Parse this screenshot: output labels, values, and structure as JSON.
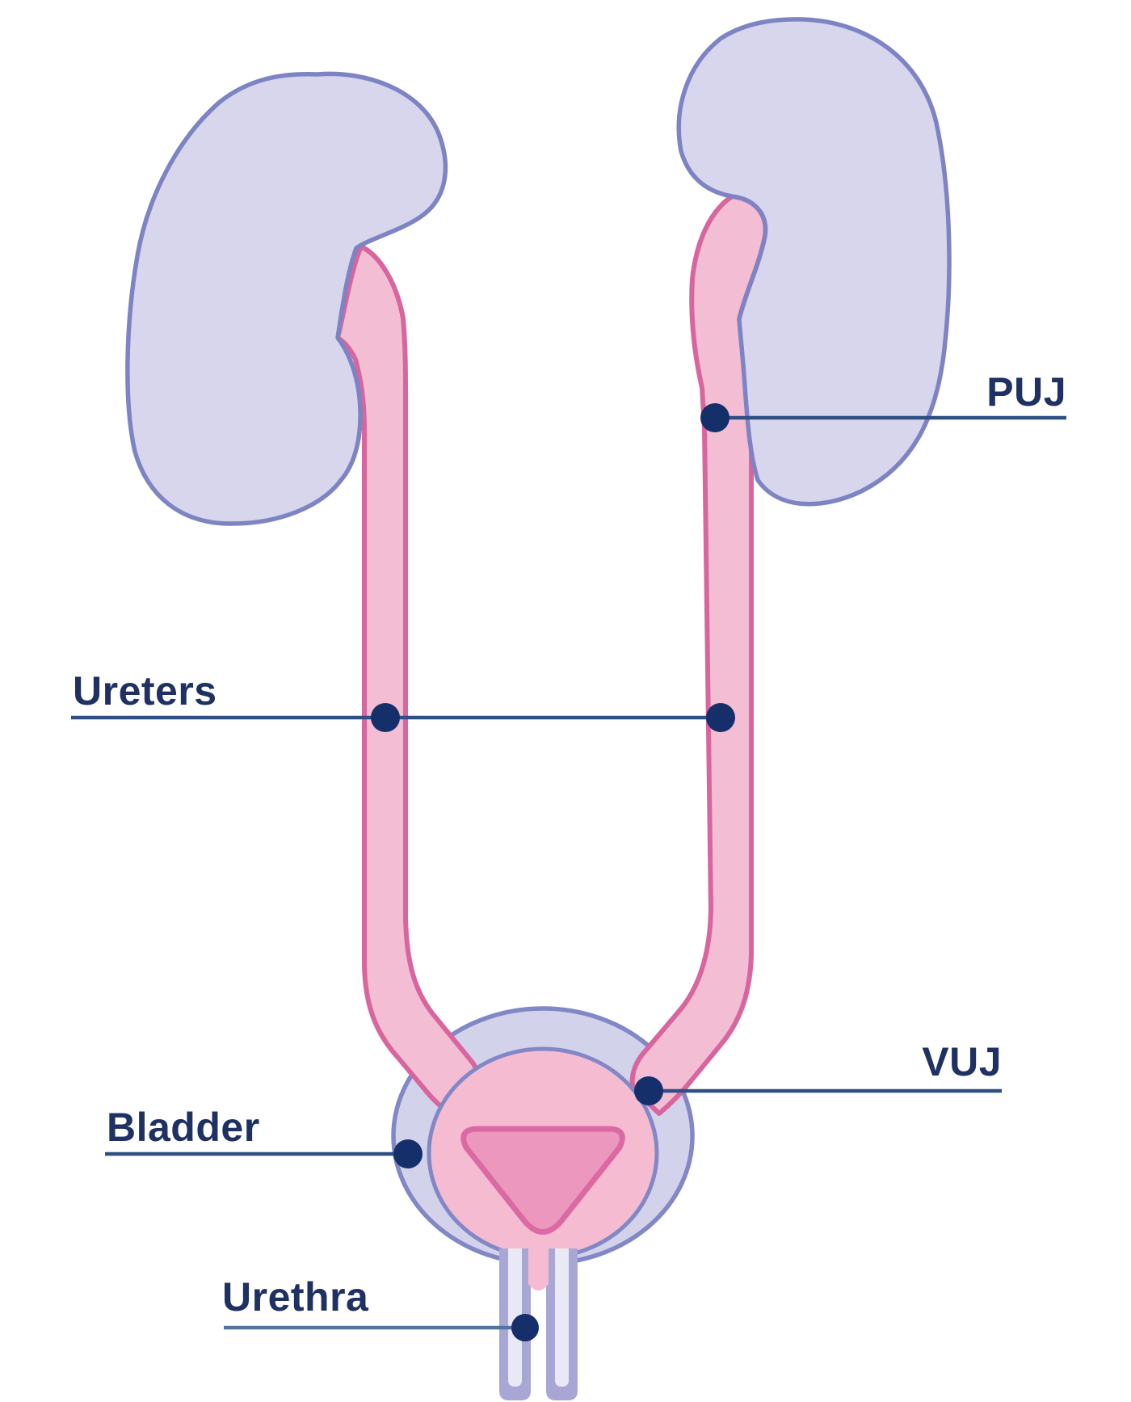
{
  "diagram": {
    "labels": {
      "puj": "PUJ",
      "ureters": "Ureters",
      "bladder": "Bladder",
      "vuj": "VUJ",
      "urethra": "Urethra"
    },
    "palette": {
      "kidney_fill": "#d7d6ed",
      "kidney_outline": "#7e84c3",
      "ureter_fill": "#f3bed3",
      "ureter_outline": "#d8659e",
      "bladder_wall_fill": "#d3d2eb",
      "bladder_wall_outline": "#8287c5",
      "bladder_inner_fill": "#f5bcd1",
      "trigone_fill": "#ec97bd",
      "trigone_outline": "#db69a4",
      "urethra_tube": "#a8a6d4",
      "urethra_lumen": "#e9e8f5",
      "leader_line": "#2f4e84",
      "urethra_leader_line": "#54739f",
      "marker_dot": "#152f6b",
      "label_text": "#1f3163"
    }
  }
}
